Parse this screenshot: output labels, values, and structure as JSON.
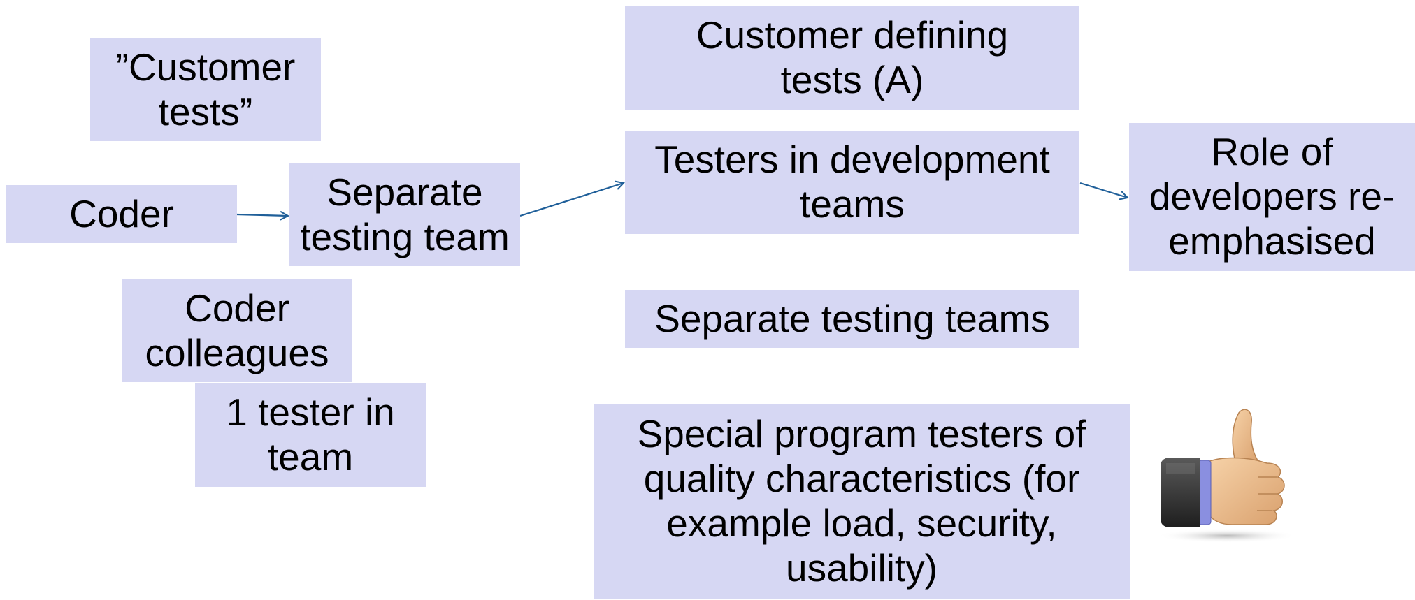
{
  "colors": {
    "box_fill": "#d6d7f3",
    "arrow": "#1f5f99",
    "text": "#000000"
  },
  "boxes": {
    "customer_tests": "”Customer tests”",
    "coder": "Coder",
    "separate_testing_team": "Separate testing team",
    "coder_colleagues": "Coder colleagues",
    "one_tester_in_team": "1 tester in team",
    "customer_defining_tests": "Customer defining tests (A)",
    "testers_in_dev_teams": "Testers in development teams",
    "role_of_developers": "Role of developers re-emphasised",
    "separate_testing_teams": "Separate testing teams",
    "special_program_testers": "Special program testers of quality characteristics (for example load, security, usability)"
  },
  "icons": {
    "thumb": "thumbs-up-icon"
  }
}
